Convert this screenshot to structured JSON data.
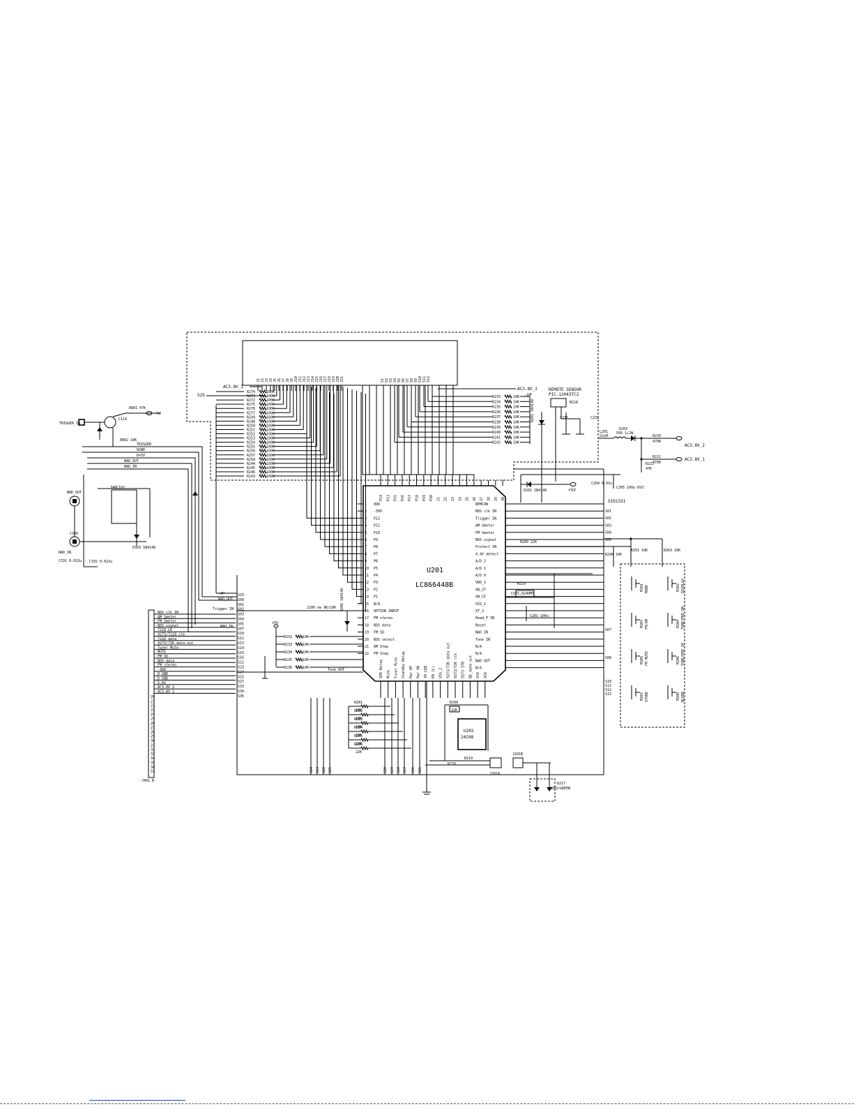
{
  "components": {
    "mcu_ref": "U201",
    "mcu_part": "LC866448B",
    "eeprom_ref": "U202",
    "eeprom_part": "24C08",
    "crystal_ref": "M219",
    "crystal_part": "CSTS,0240MT",
    "remote_sensor": "REMOTE SENSOR",
    "remote_part": "PIC-12043TC2",
    "remote_ref": "M218",
    "led_ref": "D217",
    "led_desc": "RED/GREEN",
    "conn_j201a": "J201A",
    "conn_j201b": "J201B",
    "inverter": "74HC102",
    "transistor": "C114",
    "reg_diode": "D203",
    "reg_diode_val": "5V6 1/2W",
    "inductor": "L201",
    "inductor_val": "22uH"
  },
  "nets": {
    "ac1": "AC3.8V_1",
    "ac2": "AC3.8V_2",
    "vp": "-VP",
    "p5": "+5V",
    "trig": "TRIGGER_IN",
    "nadout": "NAD_OUT",
    "nadin": "NAD_IN",
    "s25": "S25",
    "vdd": "VDD",
    "neg30": "-30V"
  },
  "mcu_left_pins": [
    "VDD",
    "-30V",
    "P12",
    "P11",
    "P10",
    "P9",
    "P8",
    "P7",
    "P6",
    "P5",
    "P4",
    "P3",
    "P2",
    "P1",
    "N/A",
    "OPTION INPUT",
    "FM stereo",
    "RDS data",
    "FM SD",
    "RDS select",
    "AM Step",
    "FM Step"
  ],
  "mcu_right_pins": [
    "REMCON",
    "RDS clk IN",
    "Trigger IN",
    "AM Smeter",
    "FM Smeter",
    "RDS signal",
    "Protect IN",
    "4.4V detect",
    "A/D 2",
    "A/D 1",
    "A/D 0",
    "VDD_1",
    "XW_CF",
    "XW_CF",
    "VSS_1",
    "XT_2",
    "Read_P IN",
    "Reset",
    "NAD IN",
    "Tone IN",
    "N/A",
    "N/A",
    "NAD OUT",
    "N/A"
  ],
  "mcu_top_pins": [
    "P14",
    "P13",
    "P15",
    "P16",
    "P17",
    "P18",
    "P19",
    "P20",
    "21",
    "22",
    "23",
    "24",
    "25",
    "26",
    "27",
    "28",
    "29",
    "30"
  ],
  "mcu_bottom_pins": [
    "SPK Relay",
    "Mute",
    "Tuner Mute",
    "Standby Relay",
    "Pwr UP",
    "Pwr ON",
    "IR LED",
    "EN (L)",
    "VSS_2",
    "9273/72K data out",
    "9273/72K clk",
    "9273 STB",
    "DE_data out",
    "VCK",
    "VCK"
  ],
  "grid_resistors_left": [
    {
      "ref": "R274",
      "val": "100K"
    },
    {
      "ref": "R271",
      "val": "100K"
    },
    {
      "ref": "R272",
      "val": "100K"
    },
    {
      "ref": "R275",
      "val": "100K"
    },
    {
      "ref": "R276",
      "val": "100K"
    },
    {
      "ref": "R277",
      "val": "100K"
    },
    {
      "ref": "R249",
      "val": "100K"
    },
    {
      "ref": "R248",
      "val": "100K"
    },
    {
      "ref": "R250",
      "val": "100K"
    },
    {
      "ref": "R251",
      "val": "100K"
    },
    {
      "ref": "R252",
      "val": "100K"
    },
    {
      "ref": "R253",
      "val": "100K"
    },
    {
      "ref": "R254",
      "val": "100K"
    },
    {
      "ref": "R255",
      "val": "100K"
    },
    {
      "ref": "R256",
      "val": "100K"
    },
    {
      "ref": "R257",
      "val": "100K"
    },
    {
      "ref": "R258",
      "val": "100K"
    },
    {
      "ref": "R244",
      "val": "100K"
    },
    {
      "ref": "R245",
      "val": "100K"
    },
    {
      "ref": "R246",
      "val": "100K"
    },
    {
      "ref": "R243",
      "val": "100K"
    }
  ],
  "grid_resistors_right": [
    {
      "ref": "R233",
      "val": "10K"
    },
    {
      "ref": "R234",
      "val": "10K"
    },
    {
      "ref": "R235",
      "val": "10K"
    },
    {
      "ref": "R236",
      "val": "10K"
    },
    {
      "ref": "R237",
      "val": "10K"
    },
    {
      "ref": "R238",
      "val": "10K"
    },
    {
      "ref": "R239",
      "val": "10K"
    },
    {
      "ref": "R240",
      "val": "10K"
    },
    {
      "ref": "R241",
      "val": "10K"
    },
    {
      "ref": "R242",
      "val": "10K"
    }
  ],
  "lower_left_resistors": [
    {
      "ref": "R232",
      "val": "10K"
    },
    {
      "ref": "R233",
      "val": "10K"
    },
    {
      "ref": "R234",
      "val": "10K"
    },
    {
      "ref": "R235",
      "val": "10K"
    },
    {
      "ref": "R236",
      "val": "10K"
    }
  ],
  "bottom_resistors": [
    {
      "ref": "R281",
      "val": "10K"
    },
    {
      "ref": "R282",
      "val": "10K"
    },
    {
      "ref": "R283",
      "val": "10K"
    },
    {
      "ref": "R284",
      "val": "10K"
    },
    {
      "ref": "R285",
      "val": "22K"
    },
    {
      "ref": "R286",
      "val": "22K"
    }
  ],
  "j401_pins": [
    "RDS clk IN",
    "AM Smeter",
    "FM Smeter",
    "RDS signal",
    "7218 LE",
    "9273/7218 clk",
    "7218 data",
    "9273/72K data out",
    "Tuner Mute",
    "MUTE",
    "FM SD",
    "RDS data",
    "FM stereo",
    "-30V",
    "D_GND",
    "D_GND",
    "5.6V",
    "AC3.8V_2",
    "AC3.8V_1"
  ],
  "j401_label": "J401 B",
  "s_connectors": [
    "S25",
    "S09",
    "S01",
    "S02",
    "S03",
    "S04",
    "S05",
    "S07",
    "S10",
    "S12",
    "S13",
    "S14",
    "S15",
    "S16",
    "S22",
    "S23",
    "S24",
    "S25",
    "S27",
    "S33",
    "S34",
    "S35"
  ],
  "right_buttons": [
    {
      "ref": "M201",
      "label": "MODE"
    },
    {
      "ref": "M202",
      "label": "DISPLAY"
    },
    {
      "ref": "M207",
      "label": "FM/AM"
    },
    {
      "ref": "M204",
      "label": "TUNE/PRE DN"
    },
    {
      "ref": "M205",
      "label": "FM MUTE"
    },
    {
      "ref": "M206",
      "label": "TUNE/PRE UP"
    },
    {
      "ref": "M203",
      "label": "STORE"
    },
    {
      "ref": "M208",
      "label": "BLEND"
    }
  ],
  "output_resistors": [
    {
      "ref": "R220",
      "val": "470R"
    },
    {
      "ref": "R221",
      "val": "470R"
    },
    {
      "ref": "R222",
      "val": "47K"
    }
  ],
  "misc_labels": {
    "sio": "SIO1331",
    "r260": "R260 22K",
    "r290": "R290 10K",
    "r291": "R291 10K",
    "r263": "R263 10K",
    "c201": "C201 100u",
    "c204": "C204 0.01u",
    "c205": "C205 100u 6V3",
    "r330": "R330",
    "r330v": "22K",
    "d201": "D201 1N4148",
    "d202": "D202 1N4148",
    "d206": "D206 1N4148",
    "r216": "R216",
    "r219": "R219",
    "wire1": "2206 nw 9K/10K",
    "tone": "Tone OUT",
    "r801": "R801 47K",
    "r802": "R802 10K",
    "c330": "C330",
    "c331": "C331 0.022u",
    "c332": "C332 0.022u",
    "d303": "D303 1N4148"
  },
  "sensor_pins": [
    "1",
    "2",
    "3",
    "4",
    "5",
    "6",
    "7",
    "8",
    "9",
    "10",
    "11",
    "12",
    "13",
    "14",
    "15",
    "16",
    "17",
    "18",
    "19",
    "20",
    "21"
  ],
  "sensor_pins_right": [
    "S1",
    "S2",
    "S3",
    "S4",
    "S5",
    "S6",
    "S7",
    "S8",
    "S9",
    "S10",
    "S11",
    "S12"
  ]
}
